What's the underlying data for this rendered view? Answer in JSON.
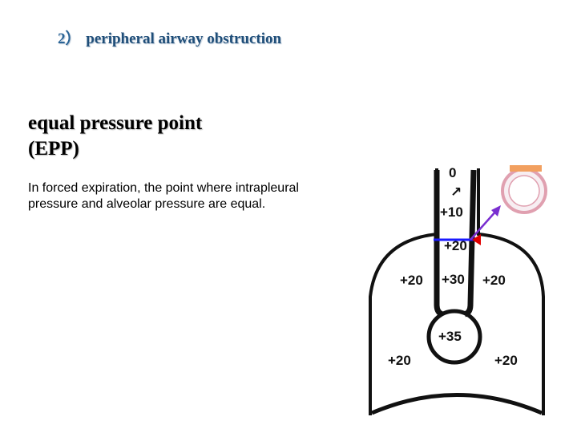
{
  "heading": {
    "number": "2）",
    "text": "peripheral airway obstruction"
  },
  "epp": {
    "title_line1": "equal pressure point",
    "title_line2": "(EPP)",
    "definition": "In forced expiration, the point where intrapleural pressure and alveolar pressure are equal."
  },
  "diagram": {
    "airway_labels": [
      "0",
      "+10",
      "+20",
      "+30"
    ],
    "alveolus_label": "+35",
    "pleural_labels": [
      "+20",
      "+20",
      "+20",
      "+20"
    ],
    "colors": {
      "epp_line": "#1a1aff",
      "arrow": "#7a2fd0",
      "marker": "#e00000",
      "inset": "#e0a0b0"
    }
  }
}
